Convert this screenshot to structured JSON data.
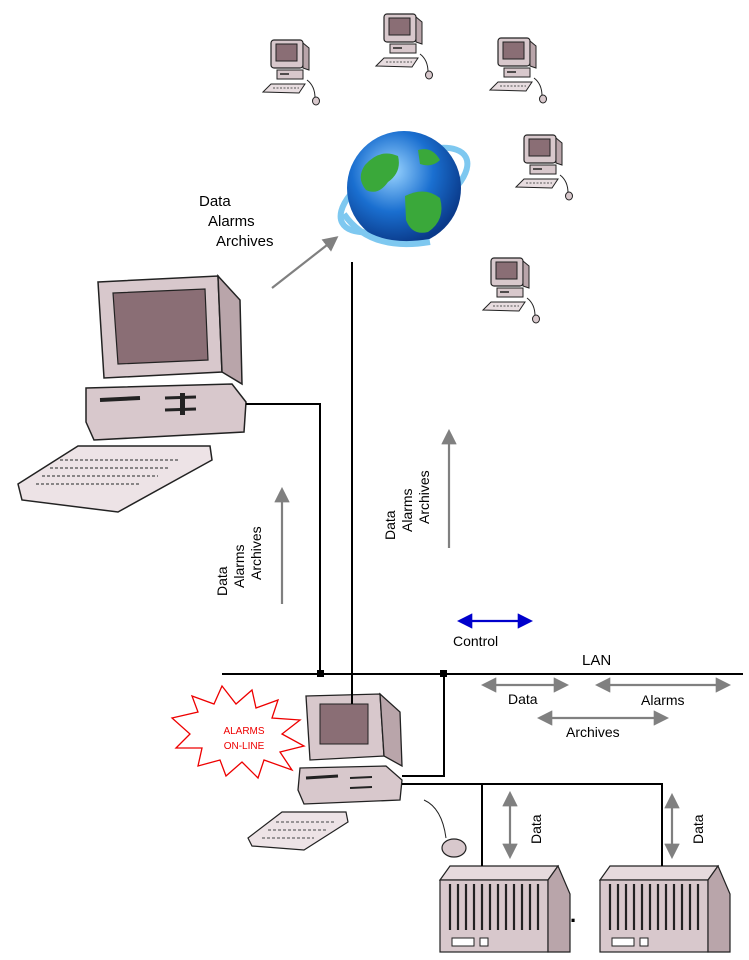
{
  "labels": {
    "top_data": "Data",
    "top_alarms": "Alarms",
    "top_archives": "Archives",
    "left_vertical": [
      "Data",
      "Alarms",
      "Archives"
    ],
    "center_vertical": [
      "Data",
      "Alarms",
      "Archives"
    ],
    "control": "Control",
    "lan": "LAN",
    "lan_data": "Data",
    "lan_alarms": "Alarms",
    "lan_archives": "Archives",
    "alarm_line1": "ALARMS",
    "alarm_line2": "ON-LINE",
    "plc_data_left": "Data",
    "plc_data_right": "Data",
    "plc_separator": "."
  },
  "colors": {
    "line": "#000000",
    "arrow_gray": "#808080",
    "control_arrow": "#0000cc",
    "alarm_red": "#ee0000",
    "computer_body": "#d8c8cc",
    "computer_screen": "#8a6e75",
    "globe_blue": "#1a6fd0",
    "globe_green": "#3aa83a"
  },
  "icons": [
    "globe-icon",
    "remote-computer-icon",
    "workstation-icon",
    "server-computer-icon",
    "plc-icon",
    "mouse-icon",
    "alarm-burst-icon"
  ]
}
